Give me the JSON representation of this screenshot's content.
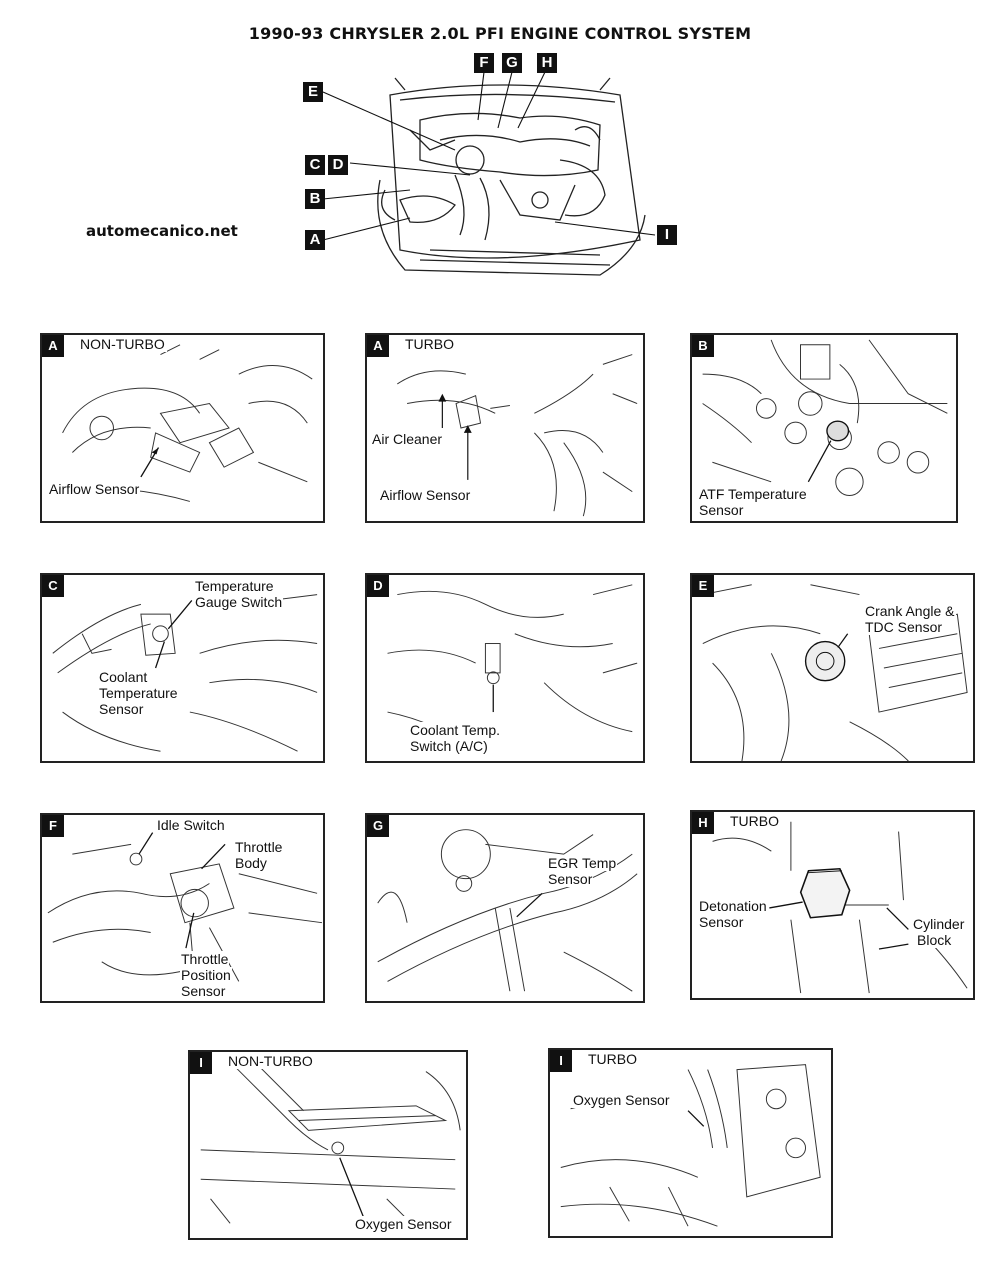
{
  "title": "1990-93 CHRYSLER 2.0L PFI ENGINE CONTROL SYSTEM",
  "site": "automecanico.net",
  "hero_labels": [
    "E",
    "F",
    "G",
    "H",
    "C",
    "D",
    "B",
    "A",
    "I"
  ],
  "panels": {
    "a_nonturbo": {
      "letter": "A",
      "caption": "NON-TURBO",
      "labels": [
        "Airflow Sensor"
      ]
    },
    "a_turbo": {
      "letter": "A",
      "caption": "TURBO",
      "labels": [
        "Air Cleaner",
        "Airflow Sensor"
      ]
    },
    "b": {
      "letter": "B",
      "labels": [
        "ATF Temperature",
        "Sensor"
      ]
    },
    "c": {
      "letter": "C",
      "labels": [
        "Temperature",
        "Gauge Switch",
        "Coolant",
        "Temperature",
        "Sensor"
      ]
    },
    "d": {
      "letter": "D",
      "labels": [
        "Coolant Temp.",
        "Switch (A/C)"
      ]
    },
    "e": {
      "letter": "E",
      "labels": [
        "Crank Angle &",
        "TDC Sensor"
      ]
    },
    "f": {
      "letter": "F",
      "labels": [
        "Idle Switch",
        "Throttle",
        "Body",
        "Throttle",
        "Position",
        "Sensor"
      ]
    },
    "g": {
      "letter": "G",
      "labels": [
        "EGR Temp",
        "Sensor"
      ]
    },
    "h": {
      "letter": "H",
      "caption": "TURBO",
      "labels": [
        "Detonation",
        "Sensor",
        "Cylinder",
        "Block"
      ]
    },
    "i_nonturbo": {
      "letter": "I",
      "caption": "NON-TURBO",
      "labels": [
        "Oxygen Sensor"
      ]
    },
    "i_turbo": {
      "letter": "I",
      "caption": "TURBO",
      "labels": [
        "Oxygen Sensor"
      ]
    }
  }
}
